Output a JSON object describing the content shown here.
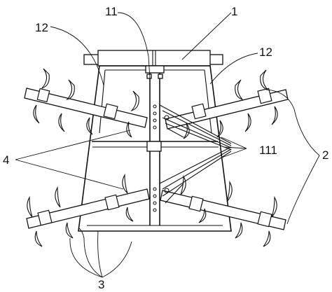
{
  "labels": {
    "l1": "1",
    "l11": "11",
    "l12a": "12",
    "l12b": "12",
    "l111": "111",
    "l2": "2",
    "l3": "3",
    "l4": "4"
  },
  "colors": {
    "ink": "#111111",
    "paper": "#ffffff"
  }
}
